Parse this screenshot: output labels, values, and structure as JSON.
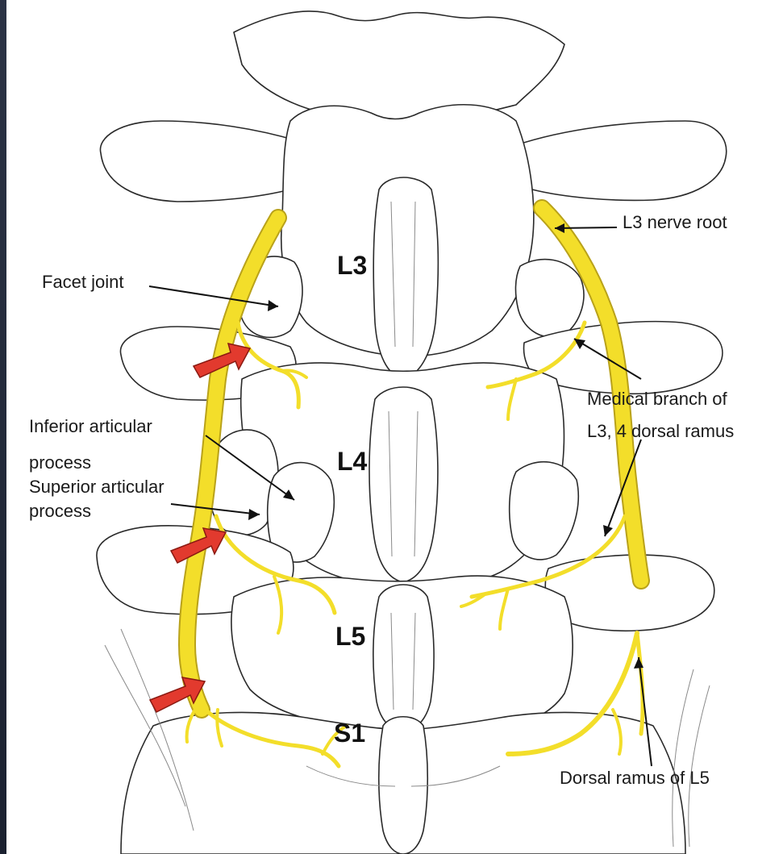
{
  "colors": {
    "nerve": "#f3de2a",
    "arrow": "#e23a2e",
    "bone_outline": "#2a2a2a",
    "background": "#ffffff",
    "frame": "#1f2634"
  },
  "vertebrae": {
    "l3": "L3",
    "l4": "L4",
    "l5": "L5",
    "s1": "S1"
  },
  "labels": {
    "l3_nerve_root": "L3 nerve root",
    "facet_joint": "Facet joint",
    "medial_branch_line1": "Medical branch of",
    "medial_branch_line2": "L3, 4 dorsal ramus",
    "inferior_articular_line1": "Inferior articular",
    "inferior_articular_line2": "process",
    "superior_articular_line1": "Superior articular",
    "superior_articular_line2": "process",
    "dorsal_ramus_l5": "Dorsal ramus of L5"
  },
  "arrows": [
    "red-arrow",
    "red-arrow",
    "red-arrow"
  ]
}
